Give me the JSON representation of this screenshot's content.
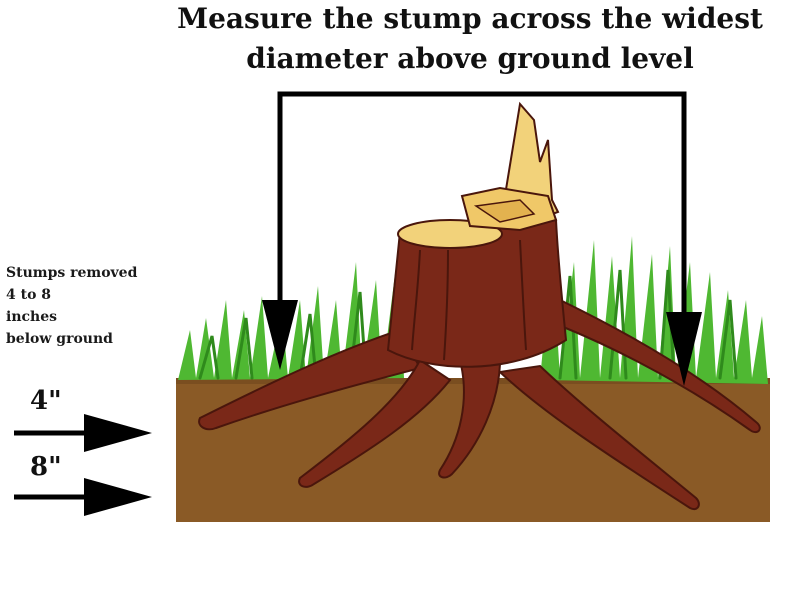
{
  "title": {
    "line1": "Measure the stump across the widest",
    "line2": "diameter above ground level"
  },
  "side_note": {
    "lines": [
      "Stumps removed",
      "4 to 8",
      "inches",
      "below ground"
    ]
  },
  "depth_marks": {
    "upper": "4\"",
    "lower": "8\""
  },
  "colors": {
    "soil": "#8a5a26",
    "soil_dark": "#6e4418",
    "grass": "#4fb832",
    "grass_dark": "#2f8a1c",
    "bark": "#7a2818",
    "bark_dark": "#4a160c",
    "heartwood": "#f2d27a",
    "arrow": "#000000"
  },
  "icons": {
    "measure_bracket": "measure-bracket-icon",
    "depth_arrow": "right-arrow-icon",
    "tree_stump": "tree-stump-icon"
  }
}
